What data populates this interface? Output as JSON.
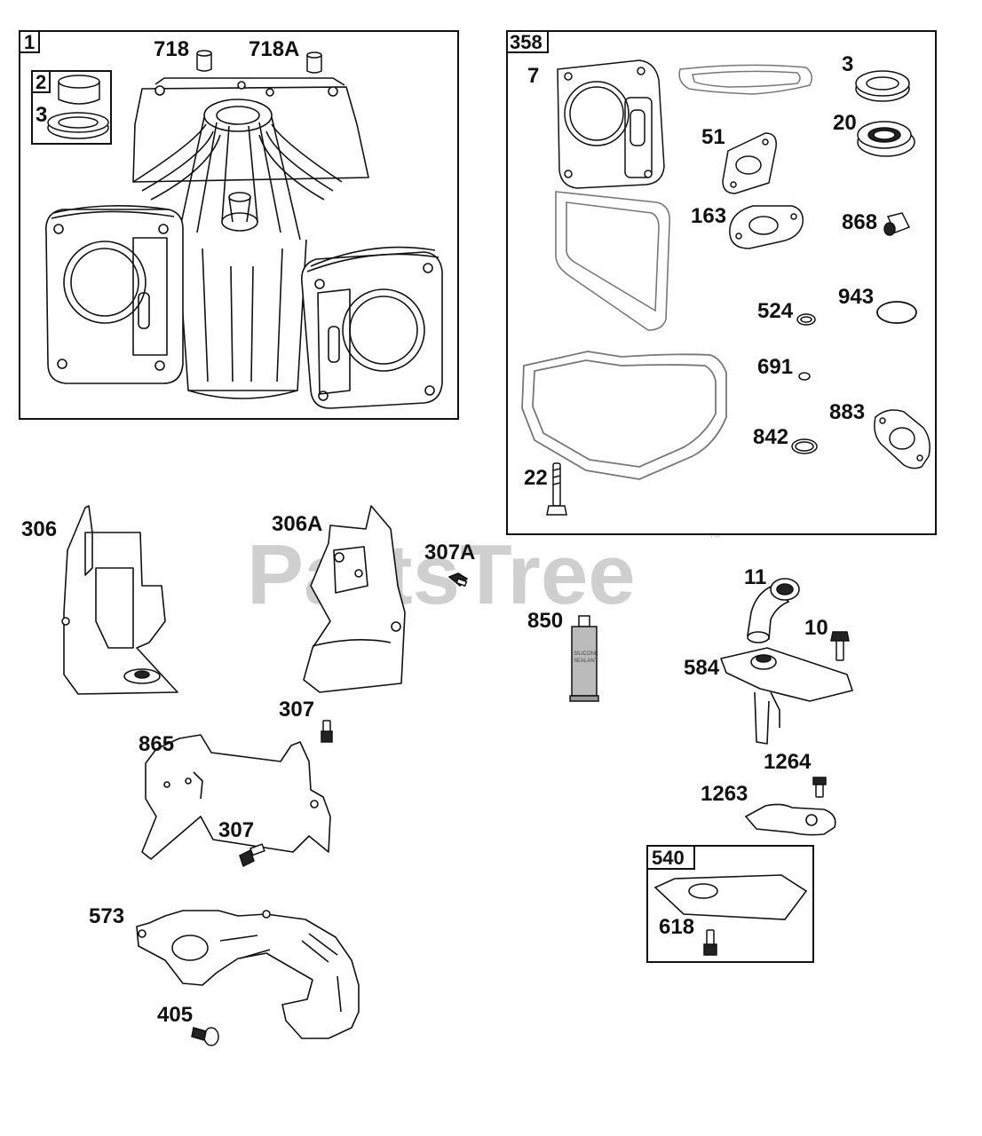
{
  "watermark": {
    "text": "PartsTree",
    "trademark": "™"
  },
  "group_boxes": [
    {
      "tag": "1"
    },
    {
      "tag": "2"
    },
    {
      "tag": "358"
    },
    {
      "tag": "540"
    }
  ],
  "part_labels": {
    "p718": "718",
    "p718a": "718A",
    "p3_box1": "3",
    "p7": "7",
    "p3_box358": "3",
    "p51": "51",
    "p20": "20",
    "p163": "163",
    "p868": "868",
    "p524": "524",
    "p943": "943",
    "p691": "691",
    "p883": "883",
    "p842": "842",
    "p22": "22",
    "p306": "306",
    "p306a": "306A",
    "p307a": "307A",
    "p850": "850",
    "p11": "11",
    "p10": "10",
    "p584": "584",
    "p307_top": "307",
    "p865": "865",
    "p307_bottom": "307",
    "p1264": "1264",
    "p1263": "1263",
    "p618": "618",
    "p573": "573",
    "p405": "405"
  },
  "sealant_tube_text": {
    "line1": "SILICONE",
    "line2": "SEALANT"
  },
  "colors": {
    "line": "#111111",
    "watermark": "#cfcfcf",
    "background": "#ffffff"
  }
}
